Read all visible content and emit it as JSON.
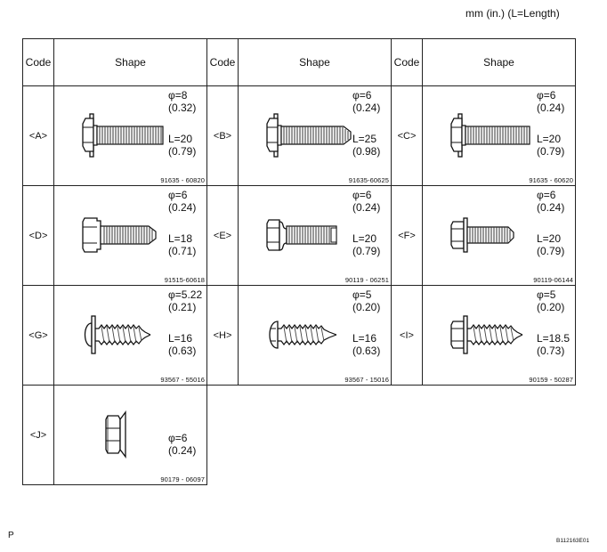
{
  "units_note": "mm (in.) (L=Length)",
  "headers": {
    "code": "Code",
    "shape": "Shape"
  },
  "fasteners": [
    {
      "code": "<A>",
      "phi": "φ=8",
      "phi_in": "(0.32)",
      "length": "L=20",
      "length_in": "(0.79)",
      "part_no": "91635 - 60820",
      "icon": "flange-bolt-washer"
    },
    {
      "code": "<B>",
      "phi": "φ=6",
      "phi_in": "(0.24)",
      "length": "L=25",
      "length_in": "(0.98)",
      "part_no": "91635-60625",
      "icon": "flange-bolt-washer-pointed"
    },
    {
      "code": "<C>",
      "phi": "φ=6",
      "phi_in": "(0.24)",
      "length": "L=20",
      "length_in": "(0.79)",
      "part_no": "91635 - 60620",
      "icon": "flange-bolt-washer"
    },
    {
      "code": "<D>",
      "phi": "φ=6",
      "phi_in": "(0.24)",
      "length": "L=18",
      "length_in": "(0.71)",
      "part_no": "91515-60618",
      "icon": "flange-bolt-pointed"
    },
    {
      "code": "<E>",
      "phi": "φ=6",
      "phi_in": "(0.24)",
      "length": "L=20",
      "length_in": "(0.79)",
      "part_no": "90119 - 06251",
      "icon": "hex-bolt-spring-washer"
    },
    {
      "code": "<F>",
      "phi": "φ=6",
      "phi_in": "(0.24)",
      "length": "L=20",
      "length_in": "(0.79)",
      "part_no": "90119-06144",
      "icon": "hex-bolt-washer-pointed"
    },
    {
      "code": "<G>",
      "phi": "φ=5.22",
      "phi_in": "(0.21)",
      "length": "L=16",
      "length_in": "(0.63)",
      "part_no": "93567 - 55016",
      "icon": "tapping-screw-washer"
    },
    {
      "code": "<H>",
      "phi": "φ=5",
      "phi_in": "(0.20)",
      "length": "L=16",
      "length_in": "(0.63)",
      "part_no": "93567 - 15016",
      "icon": "tapping-screw"
    },
    {
      "code": "<I>",
      "phi": "φ=5",
      "phi_in": "(0.20)",
      "length": "L=18.5",
      "length_in": "(0.73)",
      "part_no": "90159 - 50287",
      "icon": "hex-tapping-screw-washer"
    },
    {
      "code": "<J>",
      "phi": "φ=6",
      "phi_in": "(0.24)",
      "part_no": "90179 - 06097",
      "icon": "flange-nut"
    }
  ],
  "footer_left": "P",
  "footer_right": "B112163E01"
}
